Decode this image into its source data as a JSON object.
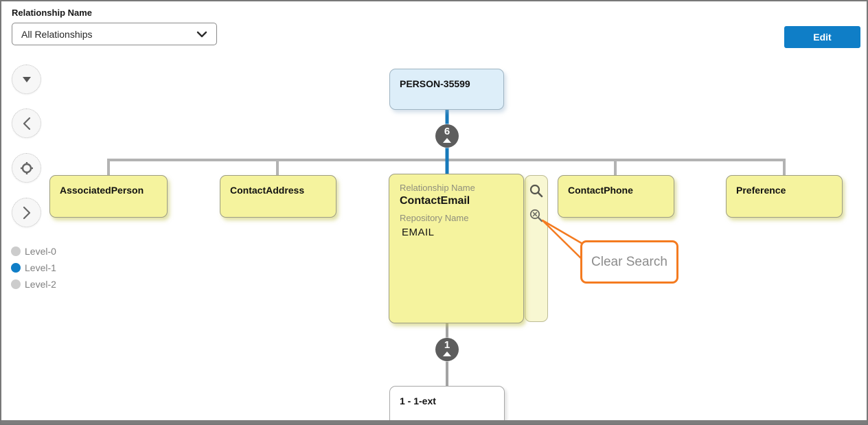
{
  "header": {
    "filter_label": "Relationship Name",
    "filter_value": "All Relationships",
    "edit_button_label": "Edit"
  },
  "nav_controls": [
    {
      "icon": "triangle-down-icon"
    },
    {
      "icon": "chevron-left-icon"
    },
    {
      "icon": "locate-icon"
    },
    {
      "icon": "chevron-right-icon"
    }
  ],
  "legend": [
    {
      "label": "Level-0",
      "active": false
    },
    {
      "label": "Level-1",
      "active": true
    },
    {
      "label": "Level-2",
      "active": false
    }
  ],
  "tree": {
    "root_label": "PERSON-35599",
    "root_children_count": "6",
    "siblings": [
      "AssociatedPerson",
      "ContactAddress",
      "ContactPhone",
      "Preference"
    ],
    "expanded": {
      "relationship_label": "Relationship Name",
      "relationship_value": "ContactEmail",
      "repository_label": "Repository Name",
      "repository_value": "EMAIL",
      "children_count": "1",
      "child_label": "1 - 1-ext"
    }
  },
  "callout": {
    "text": "Clear Search"
  },
  "colors": {
    "accent_blue": "#0f7ec7",
    "connector_blue": "#1779ba",
    "connector_gray": "#b3b3b3",
    "node_yellow": "#f5f39e",
    "node_blue": "#ddeef9",
    "badge_gray": "#5d5d5d",
    "callout_orange": "#f47b20"
  }
}
